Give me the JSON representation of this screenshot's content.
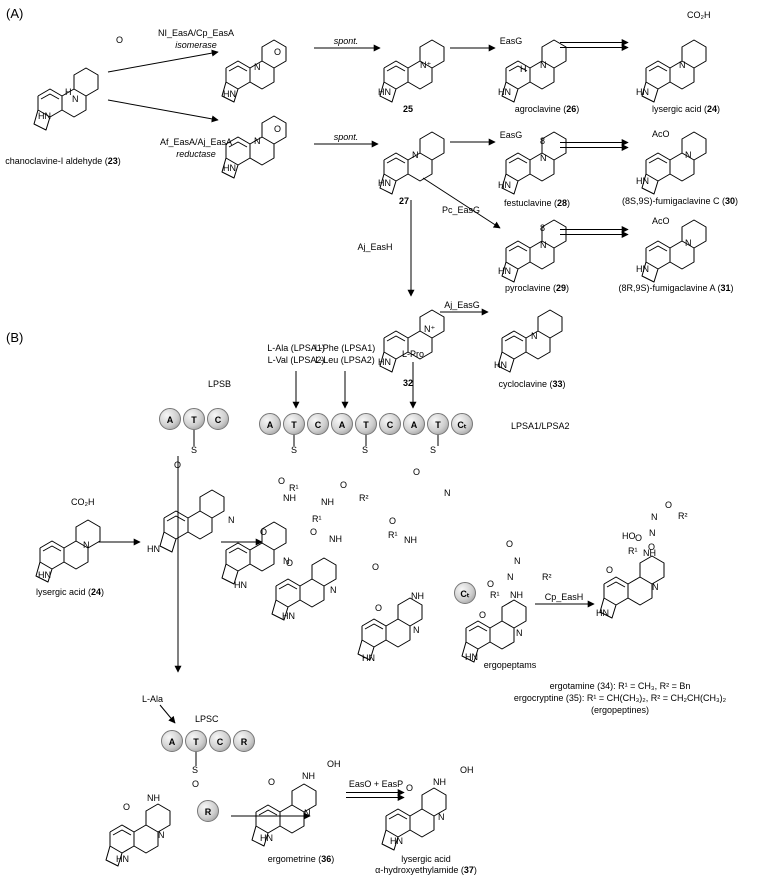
{
  "panels": {
    "a": "(A)",
    "b": "(B)"
  },
  "enzymes": {
    "isomerase_name": "NI_EasA/Cp_EasA",
    "isomerase_role": "isomerase",
    "reductase_name": "Af_EasA/Aj_EasA",
    "reductase_role": "reductase",
    "spont_1": "spont.",
    "spont_2": "spont.",
    "easg_1": "EasG",
    "easg_2": "EasG",
    "pc_easg": "Pc_EasG",
    "aj_eash": "Aj_EasH",
    "aj_easg": "Aj_EasG",
    "cp_eash": "Cp_EasH",
    "easo_easp": "EasO + EasP"
  },
  "compounds": {
    "c23_name": "chanoclavine-I aldehyde (",
    "c23_num": "23",
    "c25_num": "25",
    "c26_name": "agroclavine (",
    "c26_num": "26",
    "c24_name": "lysergic acid (",
    "c24_num": "24",
    "c27_num": "27",
    "c28_name": "festuclavine (",
    "c28_num": "28",
    "c30_name": "-fumigaclavine C (",
    "c30_num": "30",
    "c30_stereo": "(8S,9S)",
    "c29_name": "pyroclavine (",
    "c29_num": "29",
    "c31_name": "-fumigaclavine A (",
    "c31_num": "31",
    "c31_stereo": "(8R,9S)",
    "c32_num": "32",
    "c33_name": "cycloclavine (",
    "c33_num": "33",
    "b_c24_name": "lysergic acid (",
    "b_c24_num": "24",
    "ergopeptams": "ergopeptams",
    "c34_line": "ergotamine (34): R¹ = CH₃, R² = Bn",
    "c35_line": "ergocryptine (35): R¹ = CH(CH₃)₂, R² = CH₂CH(CH₃)₂",
    "ergopeptines": "(ergopeptines)",
    "c36_name": "ergometrine (",
    "c36_num": "36",
    "c37_line1": "lysergic acid",
    "c37_line2": "α-hydroxyethylamide (",
    "c37_num": "37",
    "close": ")"
  },
  "nrps": {
    "lpsb": "LPSB",
    "lpsb_domains": [
      "A",
      "T",
      "C"
    ],
    "lpsa_label": "LPSA1/LPSA2",
    "lpsa_domains": [
      "A",
      "T",
      "C",
      "A",
      "T",
      "C",
      "A",
      "T",
      "Cₜ"
    ],
    "lpsc": "LPSC",
    "lpsc_domains": [
      "A",
      "T",
      "C",
      "R"
    ],
    "sub_ala_line1": "L-Ala (LPSA1)",
    "sub_ala_line2": "L-Val (LPSA2)",
    "sub_phe_line1": "L-Phe (LPSA1)",
    "sub_phe_line2": "L-Leu (LPSA2)",
    "sub_pro": "L-Pro",
    "sub_lpsc_ala": "L-Ala",
    "ct_release": "Cₜ",
    "r_release": "R"
  },
  "atoms": {
    "h": "H",
    "hn": "HN",
    "n": "N",
    "o": "O",
    "s": "S",
    "nh": "NH",
    "nplus": "N⁺",
    "co2h": "CO₂H",
    "oh": "OH",
    "aco": "AcO",
    "ho": "HO",
    "r1": "R¹",
    "r2": "R²",
    "eight": "8"
  }
}
